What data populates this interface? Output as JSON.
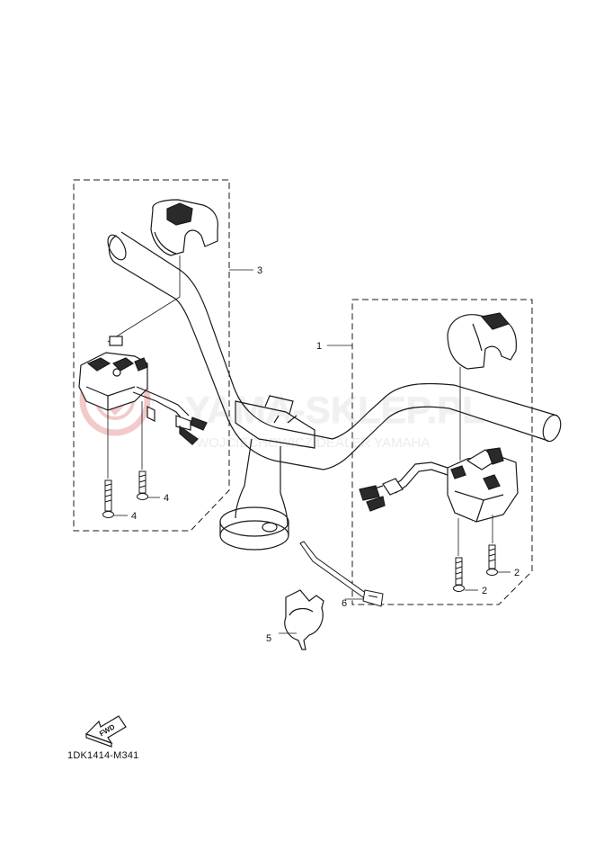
{
  "watermark": {
    "brand": "YAMA-SKLEP.PL",
    "subtitle": "WOJCIECHOWICZ DEALER YAMAHA",
    "color": "#e8a0a0"
  },
  "callouts": [
    {
      "id": "c1",
      "label": "1"
    },
    {
      "id": "c2a",
      "label": "2"
    },
    {
      "id": "c2b",
      "label": "2"
    },
    {
      "id": "c3",
      "label": "3"
    },
    {
      "id": "c4a",
      "label": "4"
    },
    {
      "id": "c4b",
      "label": "4"
    },
    {
      "id": "c5",
      "label": "5"
    },
    {
      "id": "c6",
      "label": "6"
    }
  ],
  "fwd_label": "FWD",
  "diagram_code": "1DK1414-M341",
  "colors": {
    "line": "#1a1a1a",
    "part_fill": "#ffffff",
    "shade": "#2a2a2a"
  }
}
